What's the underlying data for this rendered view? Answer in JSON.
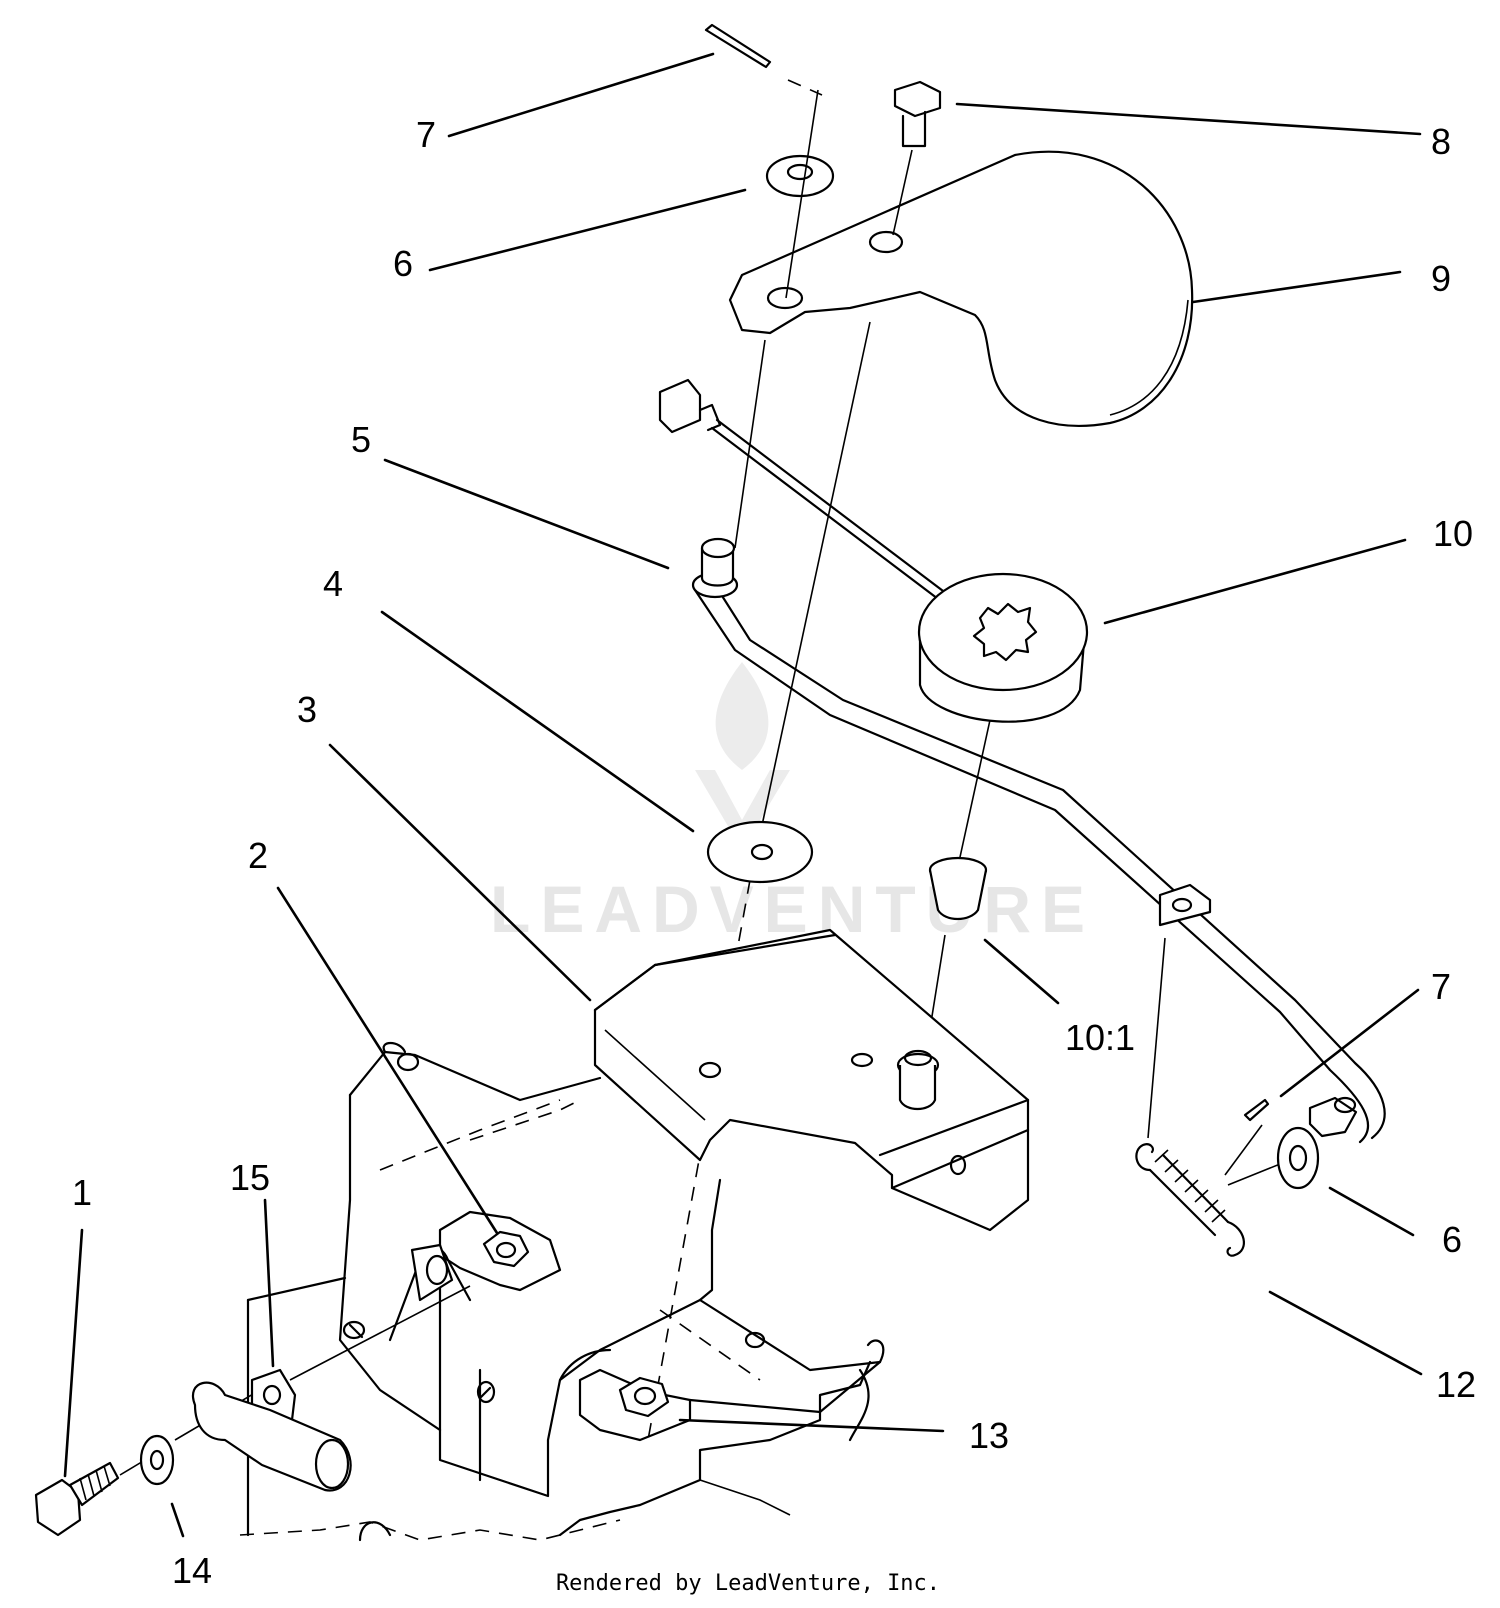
{
  "watermark": "LEADVENTURE",
  "credit": "Rendered by LeadVenture, Inc.",
  "callouts": [
    {
      "label": "1"
    },
    {
      "label": "2"
    },
    {
      "label": "3"
    },
    {
      "label": "4"
    },
    {
      "label": "5"
    },
    {
      "label": "6"
    },
    {
      "label": "6"
    },
    {
      "label": "7"
    },
    {
      "label": "7"
    },
    {
      "label": "8"
    },
    {
      "label": "9"
    },
    {
      "label": "10"
    },
    {
      "label": "10:1"
    },
    {
      "label": "12"
    },
    {
      "label": "13"
    },
    {
      "label": "14"
    },
    {
      "label": "15"
    }
  ]
}
